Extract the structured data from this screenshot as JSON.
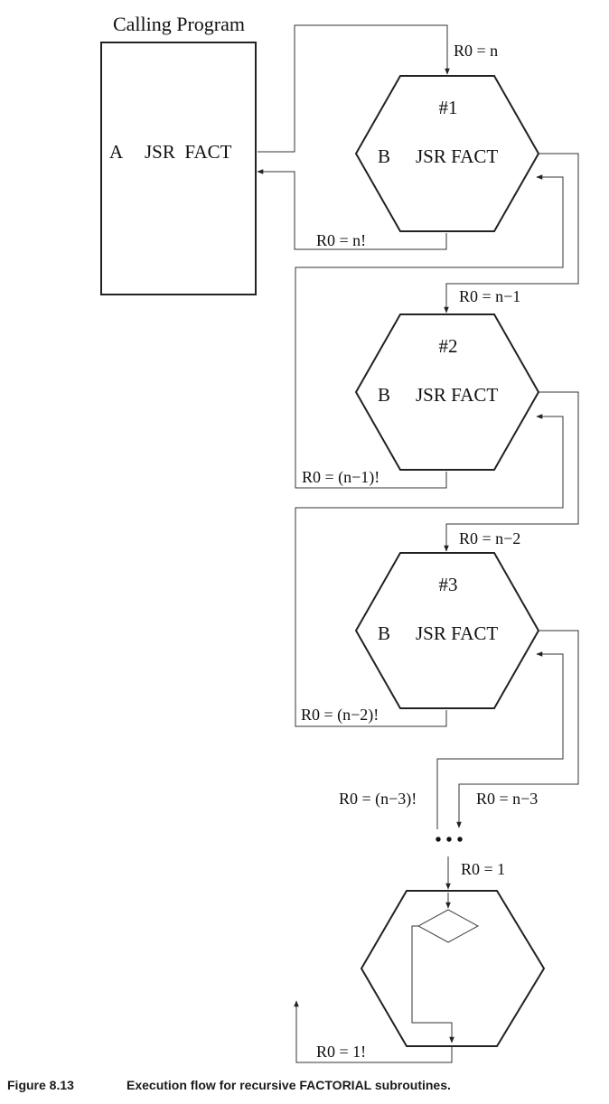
{
  "caller": {
    "title": "Calling Program",
    "label_a": "A",
    "instruction": "JSR  FACT"
  },
  "calls": [
    {
      "id": "#1",
      "label_b": "B",
      "instruction": "JSR FACT",
      "arg": "R0 = n",
      "result": "R0 = n!"
    },
    {
      "id": "#2",
      "label_b": "B",
      "instruction": "JSR FACT",
      "arg": "R0 = n−1",
      "result": "R0 = (n−1)!"
    },
    {
      "id": "#3",
      "label_b": "B",
      "instruction": "JSR FACT",
      "arg": "R0 = n−2",
      "result": "R0 = (n−2)!"
    }
  ],
  "continuation": {
    "result": "R0 = (n−3)!",
    "arg": "R0 = n−3",
    "ellipsis": "• • •"
  },
  "base": {
    "arg": "R0 = 1",
    "result": "R0 = 1!"
  },
  "caption": {
    "number": "Figure 8.13",
    "text": "Execution flow for recursive FACTORIAL subroutines."
  }
}
